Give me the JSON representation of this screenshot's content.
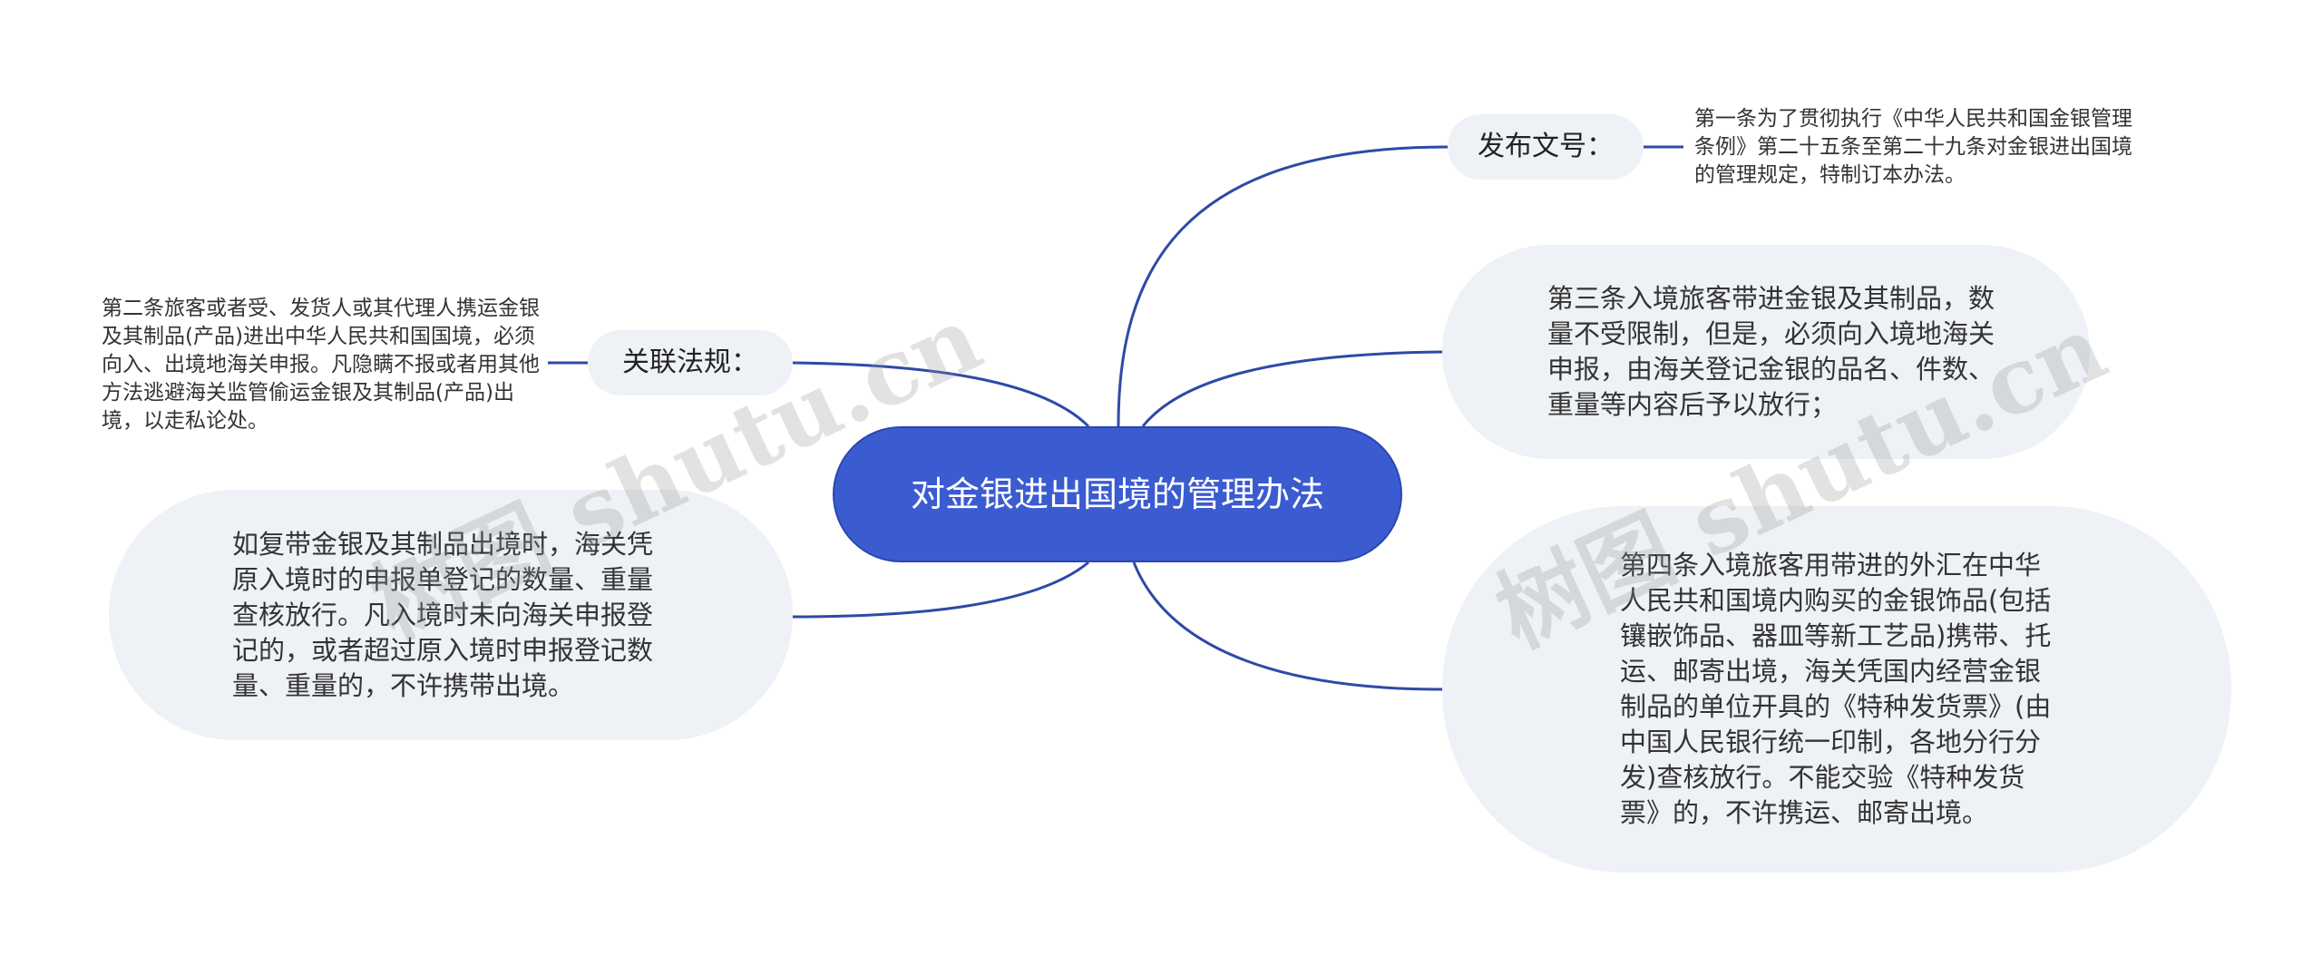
{
  "mindmap": {
    "center": {
      "text": "对金银进出国境的管理办法"
    },
    "nodes": [
      {
        "id": "fabu",
        "text": "发布文号："
      },
      {
        "id": "fabu_detail",
        "text": "第一条为了贯彻执行《中华人民共和国金银管理条例》第二十五条至第二十九条对金银进出国境的管理规定，特制订本办法。"
      },
      {
        "id": "guanlian",
        "text": "关联法规："
      },
      {
        "id": "guanlian_detail",
        "text": "第二条旅客或者受、发货人或其代理人携运金银及其制品(产品)进出中华人民共和国国境，必须向入、出境地海关申报。凡隐瞒不报或者用其他方法逃避海关监管偷运金银及其制品(产品)出境，以走私论处。"
      },
      {
        "id": "art3",
        "text": "第三条入境旅客带进金银及其制品，数量不受限制，但是，必须向入境地海关申报，由海关登记金银的品名、件数、重量等内容后予以放行；"
      },
      {
        "id": "reexport",
        "text": "如复带金银及其制品出境时，海关凭原入境时的申报单登记的数量、重量查核放行。凡入境时未向海关申报登记的，或者超过原入境时申报登记数量、重量的，不许携带出境。"
      },
      {
        "id": "art4",
        "text": "第四条入境旅客用带进的外汇在中华人民共和国境内购买的金银饰品(包括镶嵌饰品、器皿等新工艺品)携带、托运、邮寄出境，海关凭国内经营金银制品的单位开具的《特种发货票》(由中国人民银行统一印制，各地分行分发)查核放行。不能交验《特种发货票》的，不许携运、邮寄出境。"
      }
    ]
  },
  "watermark": {
    "text": "树图 shutu.cn"
  },
  "colors": {
    "center_fill": "#3b5bd0",
    "bubble_fill": "#eef1f5",
    "link": "#2e4aa6"
  }
}
